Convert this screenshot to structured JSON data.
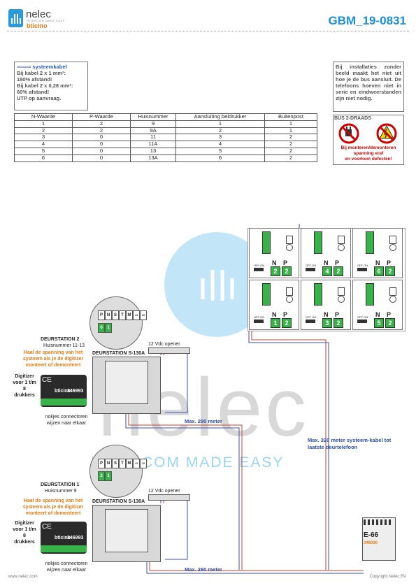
{
  "header": {
    "brand": "nelec",
    "brand_tag": "INTERCOM MADE EASY",
    "brand2": "bticino",
    "doc_id": "GBM_19-0831"
  },
  "note_cable": {
    "title": "= systeemkabel",
    "l1": "Bij kabel 2 x 1 mm²:",
    "l2": "180% afstand!",
    "l3": "Bij kabel 2 x 0,28 mm²:",
    "l4": "60% afstand!",
    "l5": "UTP op aanvraag."
  },
  "note_video": {
    "text": "Bij installaties zonder beeld maakt het niet uit hoe je de bus aansluit. De telefoons hoeven niet in serie en eindweerstanden zijn niet nodig."
  },
  "table": {
    "headers": [
      "N-Waarde",
      "P-Waarde",
      "Huisnummer",
      "Aansluiting beldrukker",
      "Buitenpost"
    ],
    "rows": [
      [
        "1",
        "2",
        "9",
        "1",
        "1"
      ],
      [
        "2",
        "2",
        "9A",
        "2",
        "1"
      ],
      [
        "3",
        "0",
        "11",
        "3",
        "2"
      ],
      [
        "4",
        "0",
        "11A",
        "4",
        "2"
      ],
      [
        "5",
        "0",
        "13",
        "5",
        "2"
      ],
      [
        "6",
        "0",
        "13A",
        "6",
        "2"
      ]
    ]
  },
  "bus_warning": {
    "title": "BUS 2-DRAADS",
    "l1": "Bij monteren/demonteren",
    "l2": "spanning eraf",
    "l3": "en voorkom defecten!"
  },
  "handsets": {
    "top_row": [
      "2",
      "4",
      "6"
    ],
    "bottom_row": [
      "1",
      "3",
      "5"
    ],
    "n_label": "N",
    "p_label": "P",
    "top_p": "2",
    "bottom_p": "2",
    "sw_label": "OFF ON"
  },
  "station2": {
    "title": "DEURSTATION 2",
    "house": "Huisnummer 11-13",
    "warn": "Haal de spanning van het systeem als je de digitizer monteert of demonteert",
    "model": "DEURSTATION S-130A",
    "opener": "12 Vdc opener",
    "digitizer": "Digitizer voor 1 t/m 8 drukkers",
    "digit_code": "346993",
    "connectors": "nokjes connectoren wijzen naar elkaar",
    "dip_labels": [
      "P",
      "N",
      "S",
      "T",
      "M",
      "J1",
      "J2"
    ],
    "dip_values": [
      "0",
      "1"
    ]
  },
  "station1": {
    "title": "DEURSTATION 1",
    "house": "Huisnummer 9",
    "warn": "Haal de spanning van het systeem als je de digitizer monteert of demonteert",
    "model": "DEURSTATION S-130A",
    "opener": "12 Vdc opener",
    "digitizer": "Digitizer voor 1 t/m 8 drukkers",
    "digit_code": "346993",
    "connectors": "nokjes connectoren wijzen naar elkaar",
    "dip_labels": [
      "P",
      "N",
      "S",
      "T",
      "M",
      "J1",
      "J2"
    ],
    "dip_values": [
      "2",
      "1"
    ]
  },
  "distances": {
    "d290_top": "Max. 290 meter",
    "d290_bottom": "Max. 290 meter",
    "d320": "Max. 320 meter systeem-kabel tot laatste deurtelefoon"
  },
  "power_supply": {
    "model": "E-66",
    "code": "346030"
  },
  "watermark": {
    "word": "nelec",
    "tag": "INTERCOM MADE EASY"
  },
  "footer": {
    "left": "www.nelec.com",
    "right": "Copyright Nelec BV"
  },
  "colors": {
    "accent": "#1a8fd8",
    "orange": "#e87a14",
    "wire_blue": "#3a4fb0",
    "wire_red": "#c8402a",
    "warning_red": "#cc0000"
  }
}
